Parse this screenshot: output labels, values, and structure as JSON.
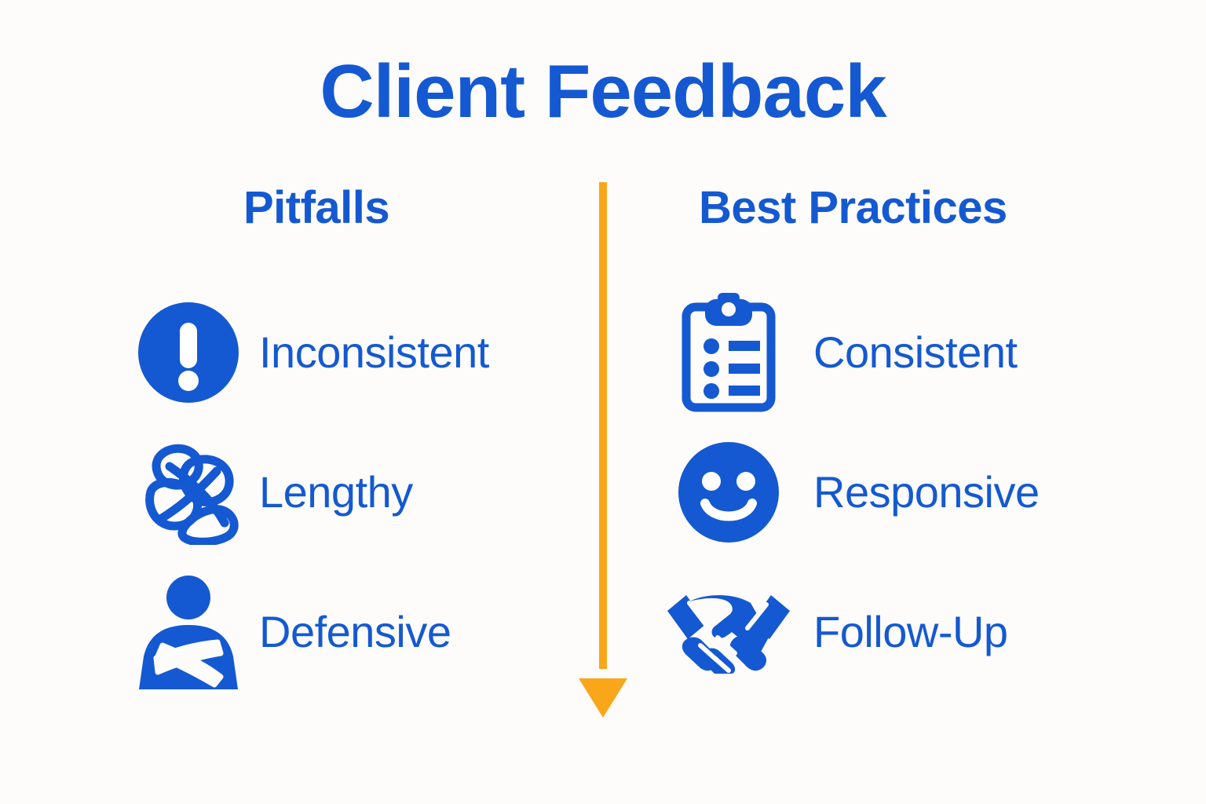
{
  "page": {
    "title": "Client Feedback",
    "background_color": "#fdfcfa",
    "accent_blue": "#1459d1",
    "accent_orange": "#faa61a"
  },
  "columns": [
    {
      "id": "pitfalls",
      "header": "Pitfalls",
      "items": [
        {
          "icon": "exclamation-circle-icon",
          "label": "Inconsistent"
        },
        {
          "icon": "tangled-knot-icon",
          "label": "Lengthy"
        },
        {
          "icon": "crossed-arms-person-icon",
          "label": "Defensive"
        }
      ]
    },
    {
      "id": "best-practices",
      "header": "Best Practices",
      "items": [
        {
          "icon": "clipboard-checklist-icon",
          "label": "Consistent"
        },
        {
          "icon": "smiley-face-icon",
          "label": "Responsive"
        },
        {
          "icon": "handshake-icon",
          "label": "Follow-Up"
        }
      ]
    }
  ],
  "divider": {
    "icon": "down-arrow-icon",
    "color": "#faa61a",
    "direction": "down"
  }
}
